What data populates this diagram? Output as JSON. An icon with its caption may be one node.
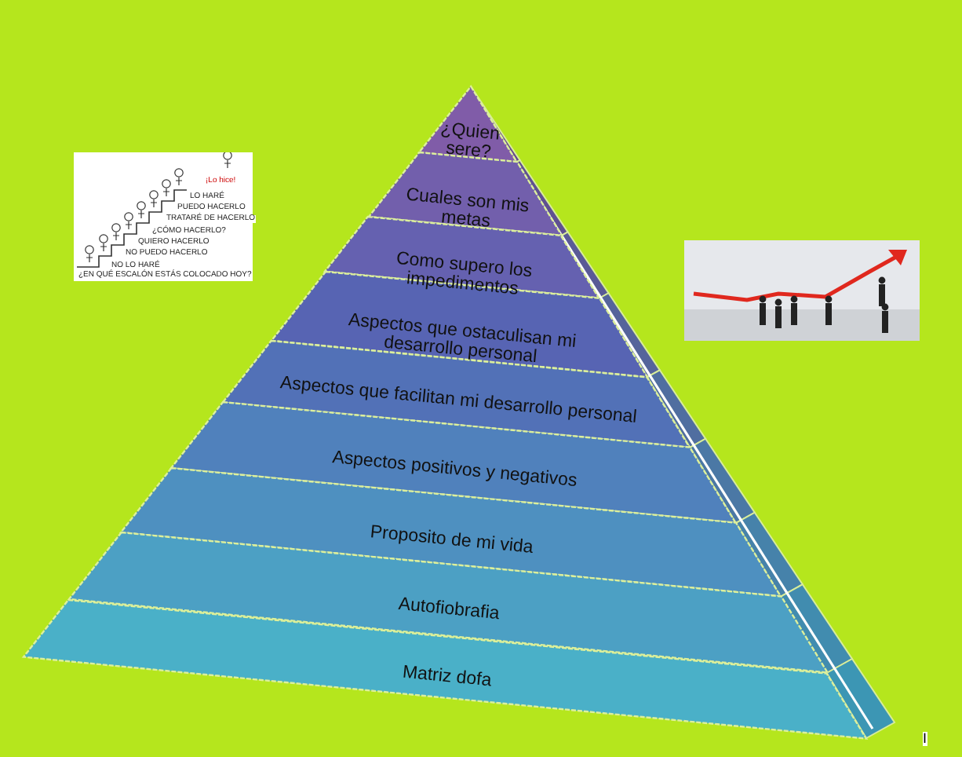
{
  "diagram": {
    "nodes": [
      {
        "text": [
          "¿Quien sere?"
        ]
      },
      {
        "text": [
          "Cuales son mis metas"
        ]
      },
      {
        "text": [
          "Como supero los impedimentos"
        ]
      },
      {
        "text": [
          "Aspectos que ostaculisan mi desarrollo personal"
        ]
      },
      {
        "text": [
          "Aspectos que facilitan mi desarrollo personal"
        ]
      },
      {
        "text": [
          "Aspectos positivos y negativos"
        ]
      },
      {
        "text": [
          "Proposito de mi vida"
        ]
      },
      {
        "text": [
          "Autofiobrafia"
        ]
      },
      {
        "text": [
          "Matriz dofa"
        ]
      }
    ],
    "labels": [
      "¡Lo hice!",
      "LO HARÉ",
      "PUEDO HACERLO",
      "TRATARÉ DE HACERLO",
      "¿CÓMO HACERLO?",
      "QUIERO HACERLO",
      "NO PUEDO HACERLO",
      "NO LO HARÉ",
      "¿EN QUÉ ESCALÓN ESTÁS COLOCADO HOY?",
      "I"
    ]
  }
}
